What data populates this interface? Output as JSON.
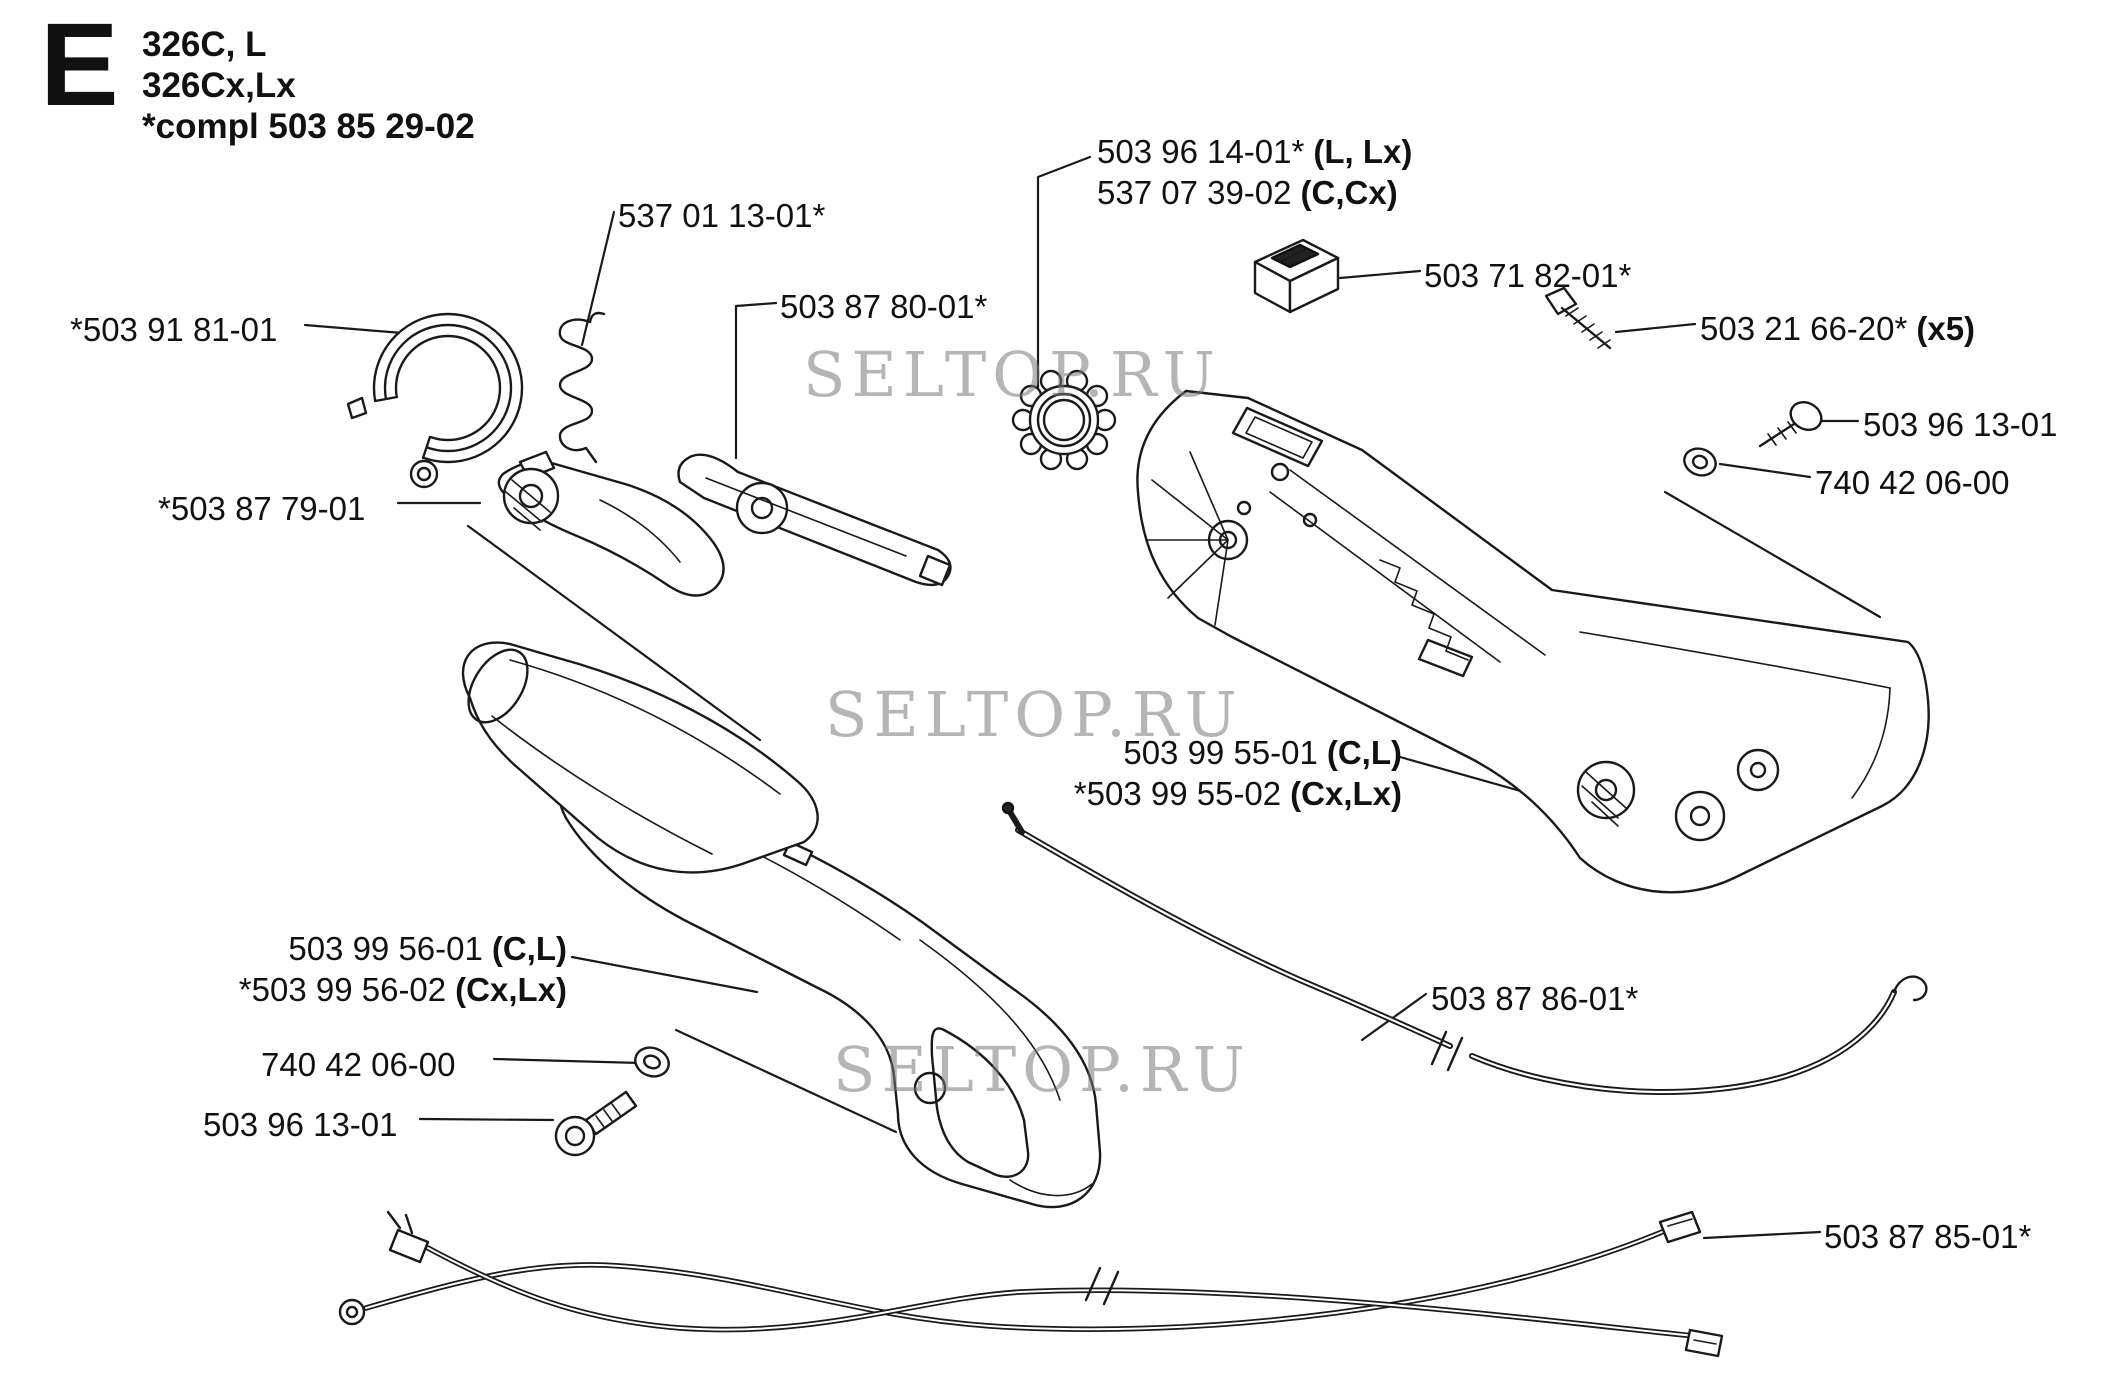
{
  "header": {
    "section_letter": "E",
    "model_line1": "326C, L",
    "model_line2": "326Cx,Lx",
    "compl_note": "*compl 503 85 29-02"
  },
  "watermark": {
    "text": "SELTOP.RU"
  },
  "colors": {
    "line": "#1a1a1a",
    "watermark_gray": "#787878"
  },
  "labels": [
    {
      "num": "537 01 13-01*"
    },
    {
      "num": "503 96 14-01*",
      "variant": "(L, Lx)"
    },
    {
      "num": "537 07 39-02",
      "variant": "(C,Cx)"
    },
    {
      "num": "503 71 82-01*"
    },
    {
      "num": "503 21 66-20*",
      "variant": "(x5)"
    },
    {
      "num": "503 87 80-01*"
    },
    {
      "num": "*503 91 81-01"
    },
    {
      "num": "503 96 13-01"
    },
    {
      "num": "740 42 06-00"
    },
    {
      "num": "*503 87 79-01"
    },
    {
      "num": "503 99 55-01",
      "variant": "(C,L)"
    },
    {
      "num": "*503 99 55-02",
      "variant": "(Cx,Lx)"
    },
    {
      "num": "503 99 56-01",
      "variant": "(C,L)"
    },
    {
      "num": "*503 99 56-02",
      "variant": "(Cx,Lx)"
    },
    {
      "num": "503 87 86-01*"
    },
    {
      "num": "740 42 06-00"
    },
    {
      "num": "503 96 13-01"
    },
    {
      "num": "503 87 85-01*"
    }
  ]
}
